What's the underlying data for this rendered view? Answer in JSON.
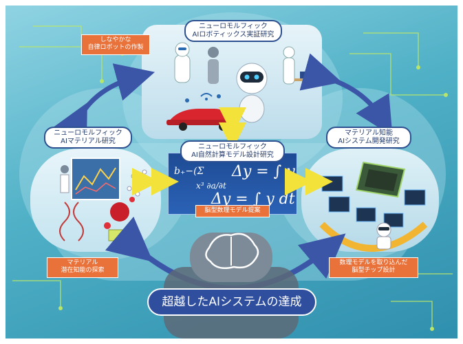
{
  "top_center": {
    "title_line1": "ニューロモルフィック",
    "title_line2": "AIロボティックス実証研究",
    "callout_line1": "しなやかな",
    "callout_line2": "自律ロボットの作製"
  },
  "left": {
    "title_line1": "ニューロモルフィック",
    "title_line2": "AIマテリアル研究",
    "callout_line1": "マテリアル",
    "callout_line2": "潜在知能の探索"
  },
  "center": {
    "title_line1": "ニューロモルフィック",
    "title_line2": "AI自然計算モデル設計研究",
    "callout": "脳型数理モデル提案"
  },
  "right": {
    "title_line1": "マテリアル知能",
    "title_line2": "AIシステム開発研究",
    "callout_line1": "数理モデルを取り込んだ",
    "callout_line2": "脳型チップ設計"
  },
  "goal": "超越したAIシステムの達成",
  "colors": {
    "label_border": "#2d4f8f",
    "callout": "#e9713a",
    "goal_bg": "#2f4f9e",
    "arrow_blue": "#3b55a7",
    "arrow_yellow": "#f2e23a"
  }
}
